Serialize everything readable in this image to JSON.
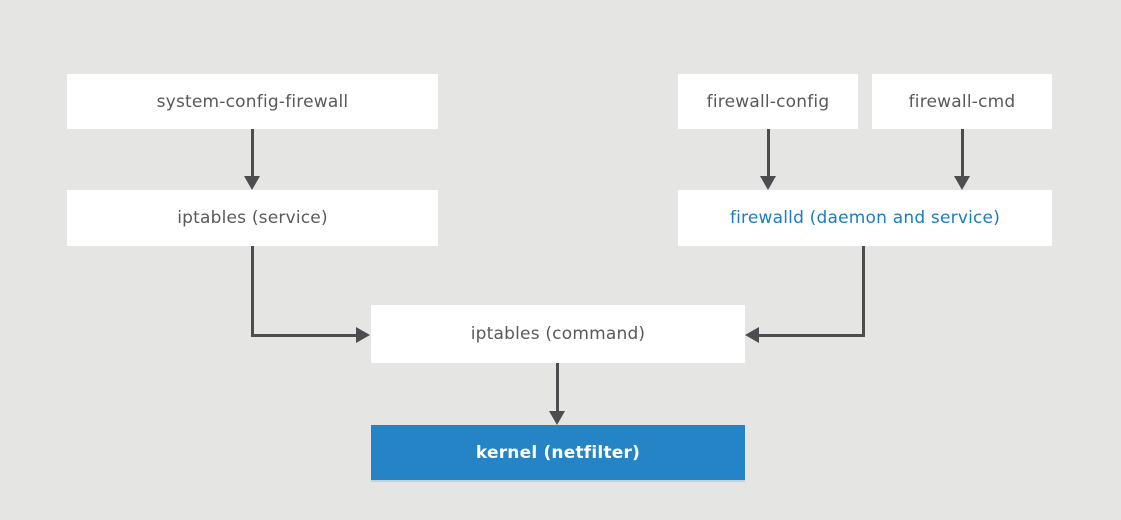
{
  "diagram": {
    "title": "firewall stack flow diagram",
    "colors": {
      "background": "#e5e5e3",
      "node_background": "#ffffff",
      "node_text": "#58595b",
      "accent_blue": "#2484c6",
      "accent_text_blue": "#1a7dc4",
      "arrow": "#4d4d4f",
      "kernel_text": "#ffffff"
    },
    "nodes": {
      "system_config_firewall": {
        "label": "system-config-firewall"
      },
      "iptables_service": {
        "label": "iptables (service)"
      },
      "firewall_config": {
        "label": "firewall-config"
      },
      "firewall_cmd": {
        "label": "firewall-cmd"
      },
      "firewalld": {
        "label": "firewalld (daemon and service)"
      },
      "iptables_command": {
        "label": "iptables (command)"
      },
      "kernel_netfilter": {
        "label": "kernel (netfilter)"
      }
    },
    "edges": [
      {
        "from": "system_config_firewall",
        "to": "iptables_service"
      },
      {
        "from": "firewall_config",
        "to": "firewalld"
      },
      {
        "from": "firewall_cmd",
        "to": "firewalld"
      },
      {
        "from": "iptables_service",
        "to": "iptables_command"
      },
      {
        "from": "firewalld",
        "to": "iptables_command"
      },
      {
        "from": "iptables_command",
        "to": "kernel_netfilter"
      }
    ]
  }
}
